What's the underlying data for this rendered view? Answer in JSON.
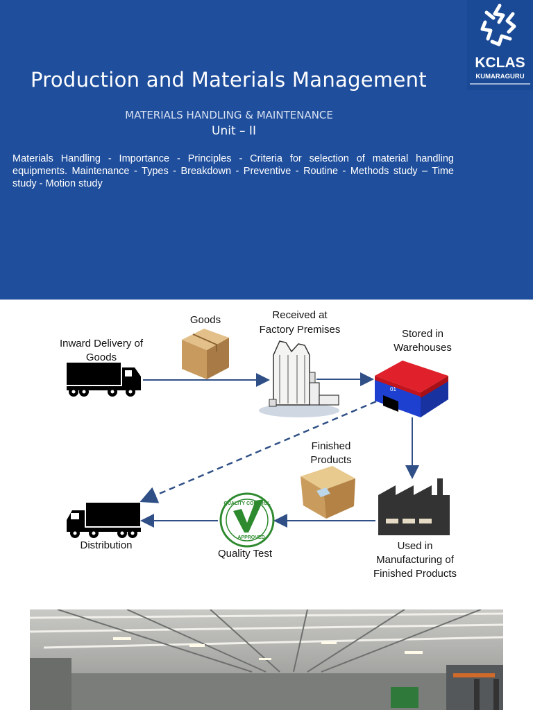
{
  "slide": {
    "title": "Production and Materials Management",
    "subtitle": "MATERIALS HANDLING & MAINTENANCE",
    "unit": "Unit – II",
    "topics": "Materials Handling - Importance - Principles - Criteria for selection of material handling equipments. Maintenance - Types - Breakdown - Preventive - Routine - Methods study – Time study - Motion study"
  },
  "logo": {
    "name": "KCLAS",
    "subname": "KUMARAGURU",
    "icon": "kclas-emblem-icon"
  },
  "flow": {
    "inward": [
      "Inward Delivery of",
      "Goods"
    ],
    "goods": "Goods",
    "received": [
      "Received at",
      "Factory Premises"
    ],
    "stored": [
      "Stored in",
      "Warehouses"
    ],
    "finished": [
      "Finished",
      "Products"
    ],
    "used": [
      "Used in",
      "Manufacturing of",
      "Finished Products"
    ],
    "quality": "Quality Test",
    "distribution": "Distribution",
    "warehouse_number": "01",
    "stamp_top": "QUALITY CONTROL",
    "stamp_bottom": "APPROVED"
  },
  "colors": {
    "hero": "#1f4e9c",
    "arrow": "#2f4f86",
    "warehouse_roof": "#e0202a",
    "warehouse_wall": "#1e40d0",
    "box": "#c89a5e"
  },
  "photo": {
    "icon": "warehouse-interior-photo"
  }
}
